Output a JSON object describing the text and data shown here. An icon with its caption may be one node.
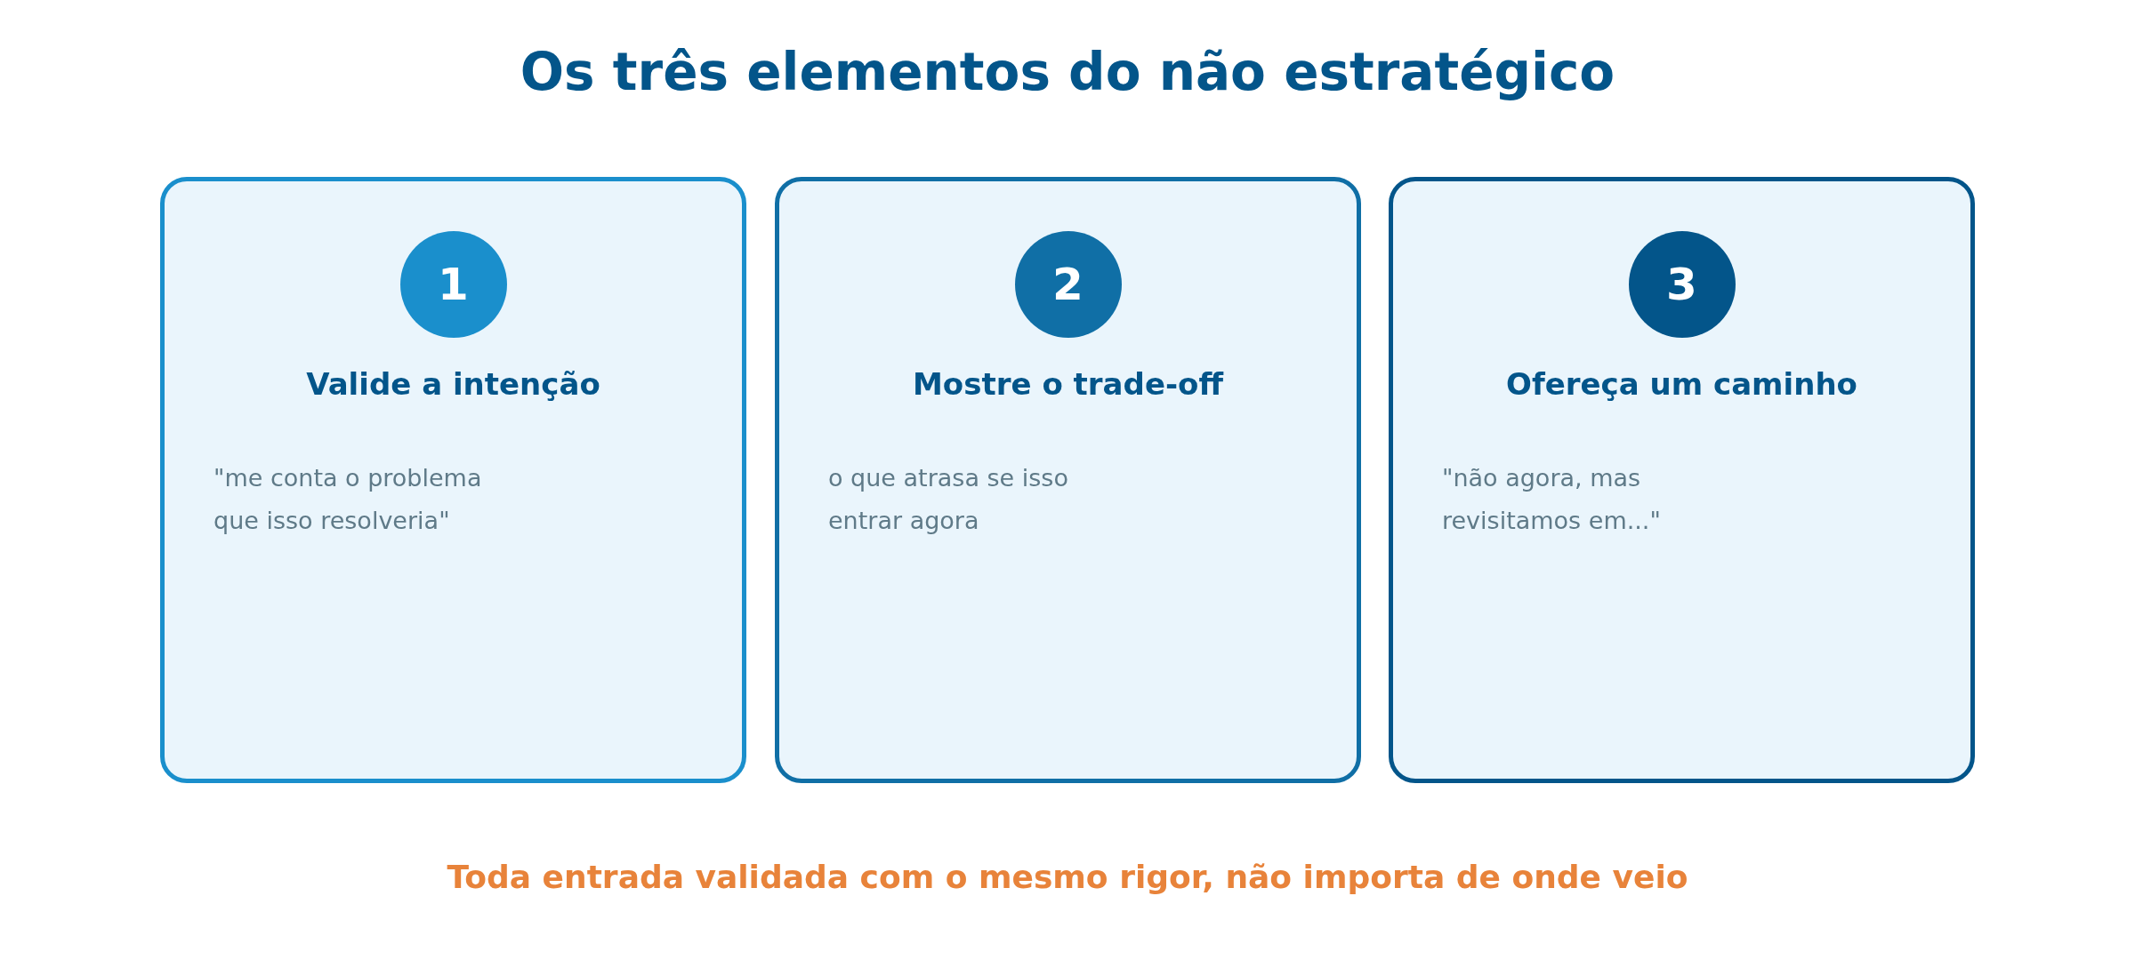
{
  "diagram": {
    "title": "Os três elementos do não estratégico",
    "nodes": [
      {
        "text": [
          "Valide a intenção",
          "\"me conta o problema que isso resolveria\""
        ]
      },
      {
        "text": [
          "1"
        ],
        "in": 0
      },
      {
        "text": [
          "Mostre o trade-off",
          "o que atrasa se isso entrar agora"
        ]
      },
      {
        "text": [
          "2"
        ],
        "in": 2
      },
      {
        "text": [
          "Ofereça um caminho",
          "\"não agora, mas revisitamos em...\""
        ]
      },
      {
        "text": [
          "3"
        ],
        "in": 4
      }
    ],
    "labels": [
      "Toda entrada validada com o mesmo rigor, não importa de onde veio"
    ]
  }
}
